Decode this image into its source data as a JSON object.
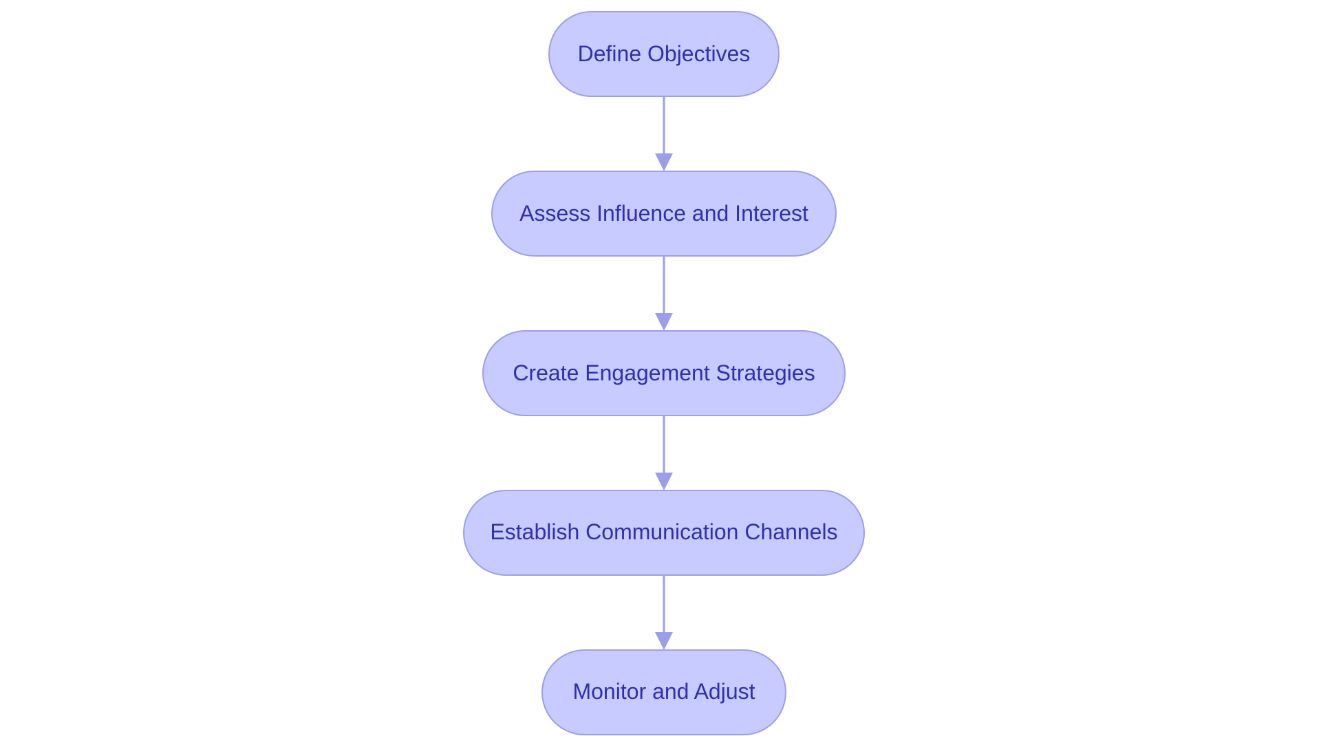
{
  "flowchart": {
    "steps": [
      {
        "label": "Define Objectives"
      },
      {
        "label": "Assess Influence and Interest"
      },
      {
        "label": "Create Engagement Strategies"
      },
      {
        "label": "Establish Communication Channels"
      },
      {
        "label": "Monitor and Adjust"
      }
    ]
  },
  "colors": {
    "node_fill": "#c8cbff",
    "node_stroke": "#9b9fea",
    "text": "#2f2fb0",
    "edge": "#9b9fea"
  }
}
